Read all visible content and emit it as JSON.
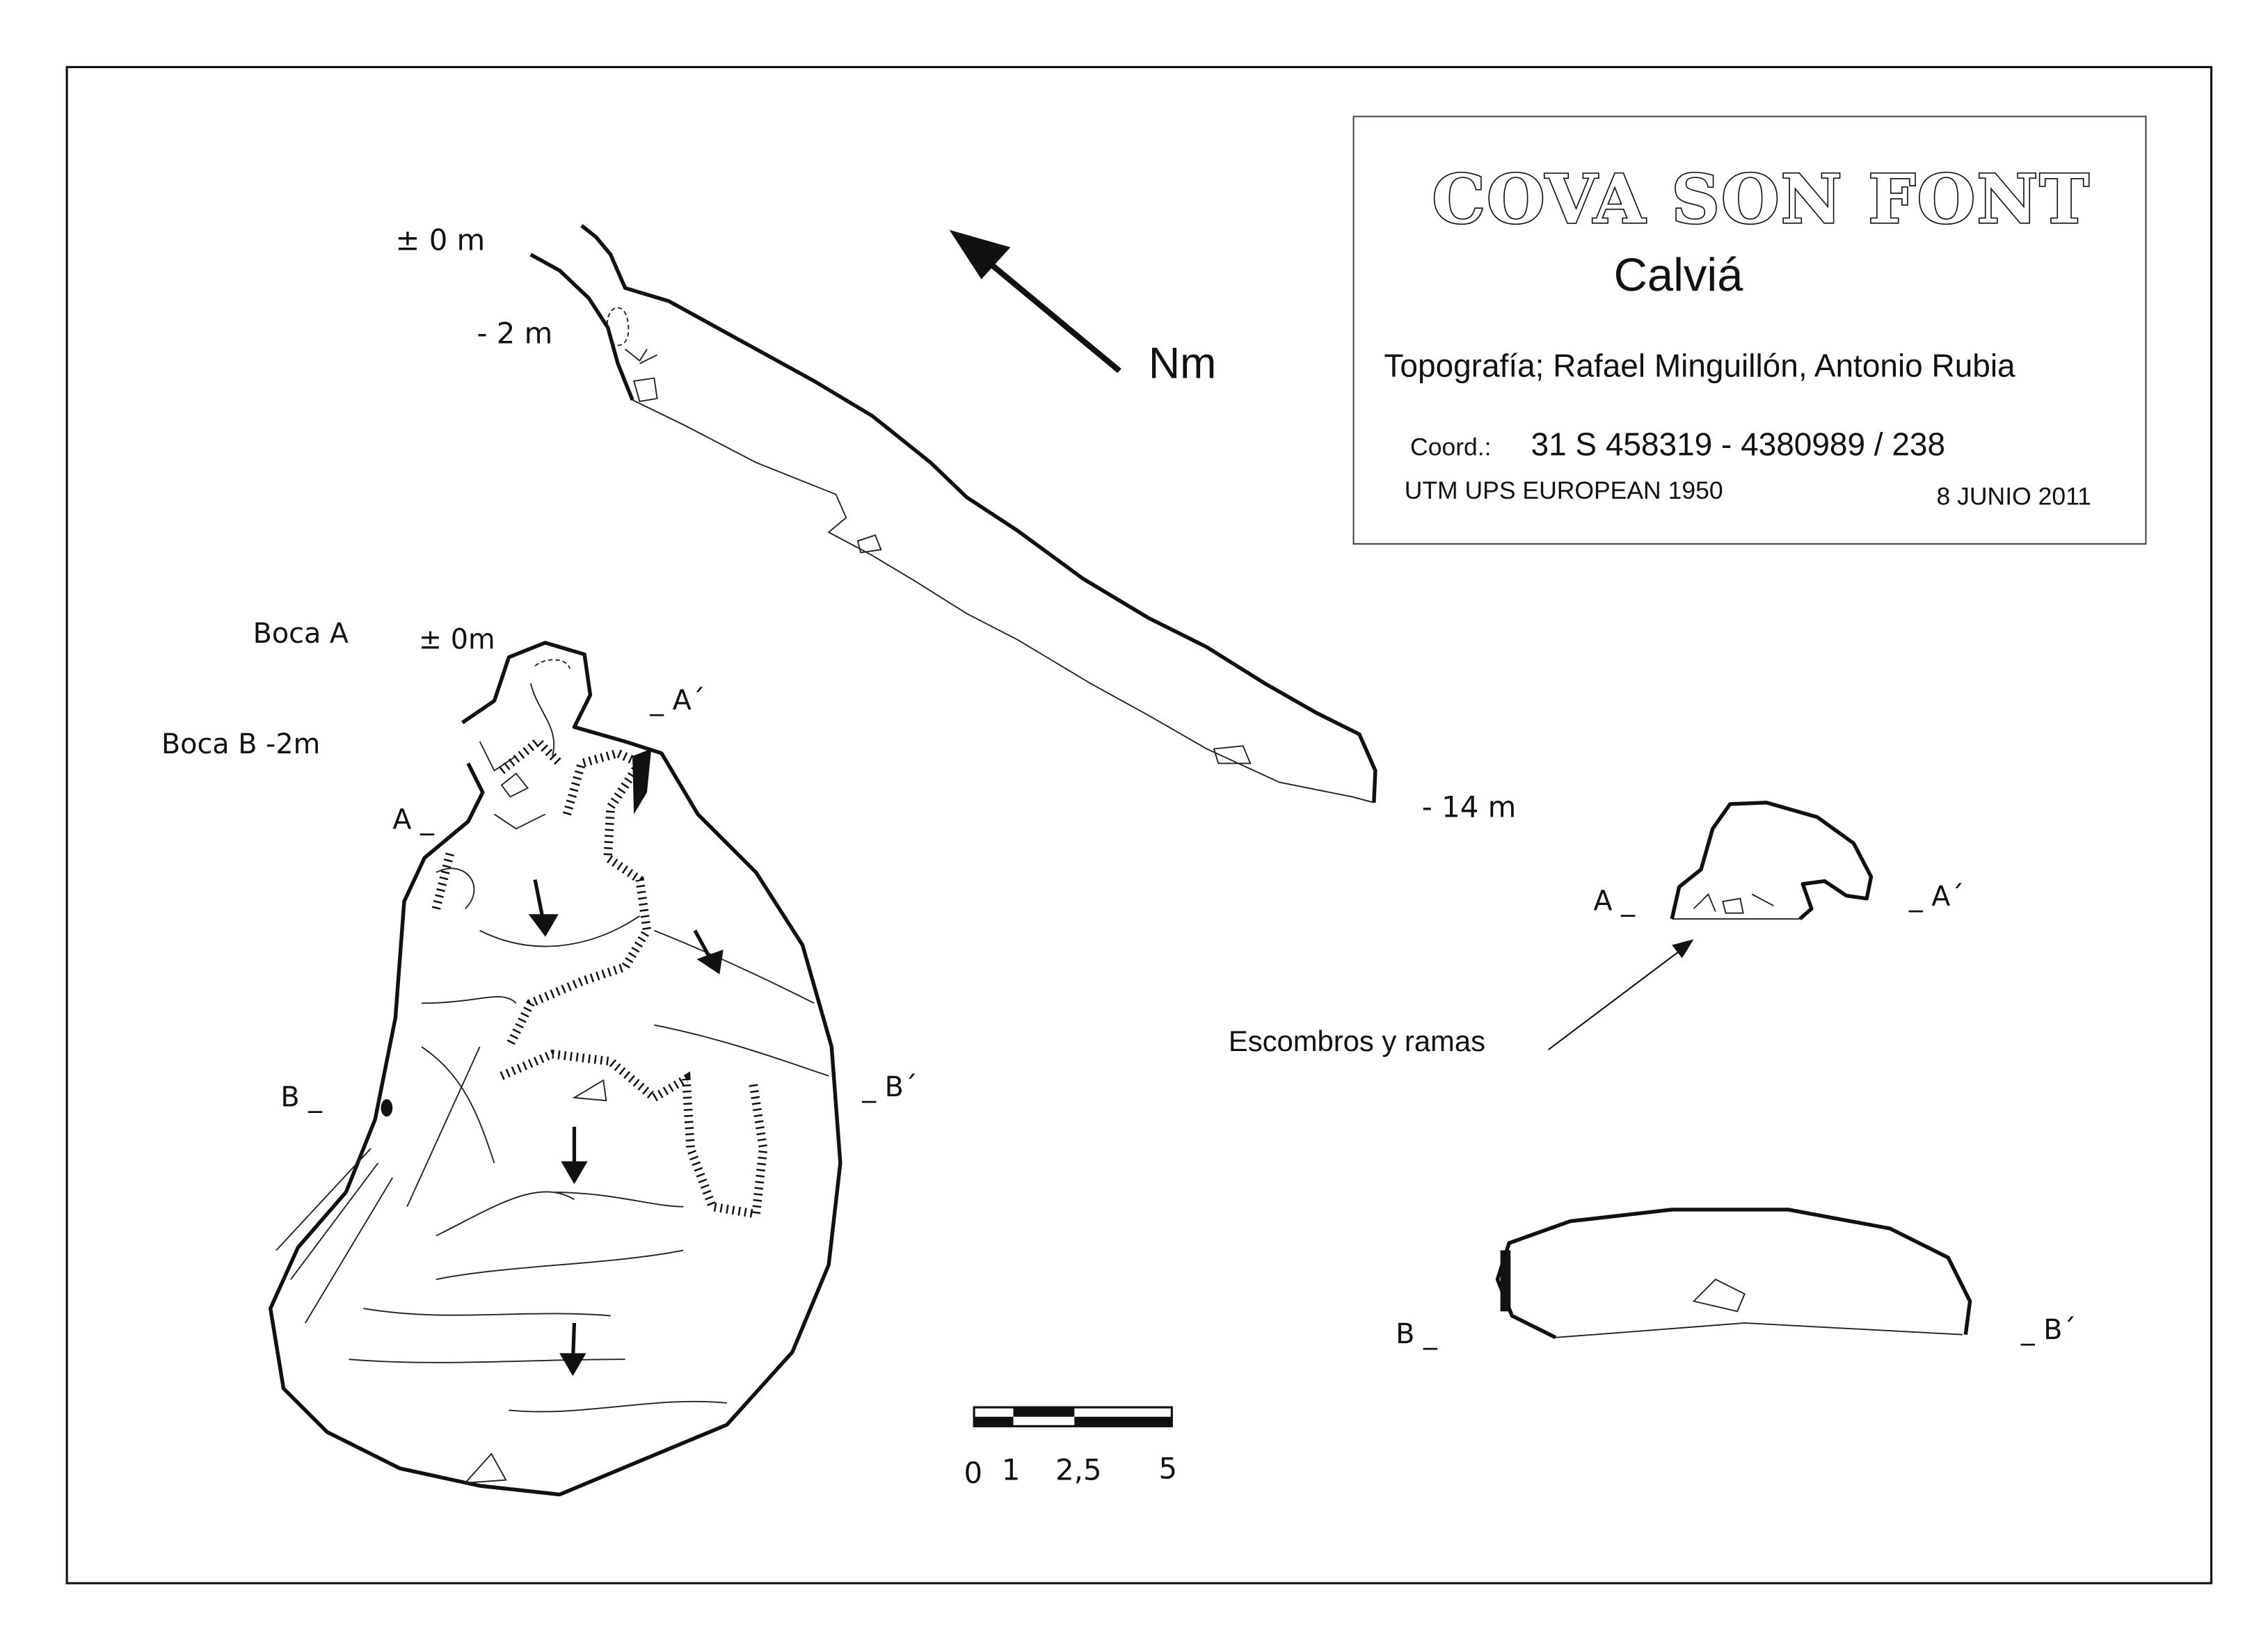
{
  "title": "COVA SON FONT",
  "municipality": "Calviá",
  "survey": "Topografía;  Rafael Minguillón, Antonio Rubia",
  "coord_label": "Coord.:",
  "coord_value": "31 S  458319 - 4380989 / 238",
  "datum": "UTM UPS EUROPEAN 1950",
  "date": "8 JUNIO 2011",
  "north_label": "Nm",
  "profile": {
    "depth_top": "± 0 m",
    "depth_2": "- 2 m",
    "depth_bottom": "- 14 m"
  },
  "plan": {
    "boca_a": "Boca A",
    "boca_a_depth": "± 0m",
    "boca_b": "Boca  B   -2m",
    "a_left": "A _",
    "a_right": "_ A´",
    "b_left": "B _",
    "b_right": "_ B´"
  },
  "section_a": {
    "left": "A _",
    "right": "_ A´",
    "annotation": "Escombros y ramas"
  },
  "section_b": {
    "left": "B _",
    "right": "_ B´"
  },
  "scale": {
    "labels": [
      "0",
      "1",
      "2,5",
      "5"
    ]
  }
}
